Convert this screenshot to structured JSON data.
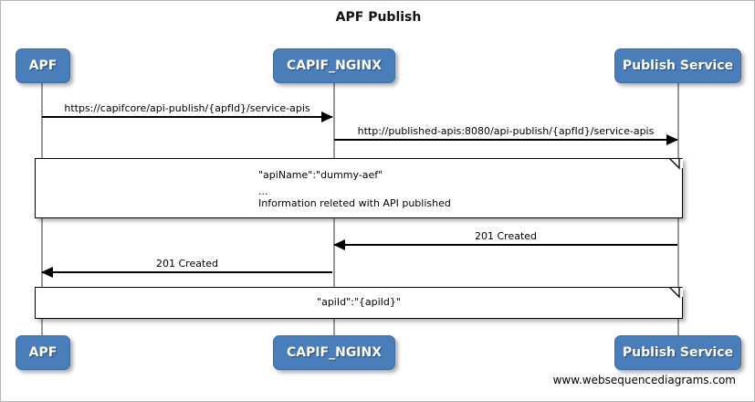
{
  "diagram": {
    "title": "APF Publish",
    "footer": "www.websequencediagrams.com",
    "accent_color": "#4a7ebb",
    "line_color": "#000000",
    "lifeline_color": "#9a9a9a"
  },
  "actors": [
    {
      "id": "apf",
      "label": "APF"
    },
    {
      "id": "capif_nginx",
      "label": "CAPIF_NGINX"
    },
    {
      "id": "publish_service",
      "label": "Publish Service"
    }
  ],
  "messages": [
    {
      "id": "m1",
      "label": "https://capifcore/api-publish/{apfId}/service-apis",
      "from": "APF",
      "to": "CAPIF_NGINX",
      "direction": "right"
    },
    {
      "id": "m2",
      "label": "http://published-apis:8080/api-publish/{apfId}/service-apis",
      "from": "CAPIF_NGINX",
      "to": "Publish Service",
      "direction": "right"
    },
    {
      "id": "m3",
      "label": "201 Created",
      "from": "Publish Service",
      "to": "CAPIF_NGINX",
      "direction": "left"
    },
    {
      "id": "m4",
      "label": "201 Created",
      "from": "CAPIF_NGINX",
      "to": "APF",
      "direction": "left"
    }
  ],
  "notes": [
    {
      "id": "note1",
      "align": "left",
      "lines": [
        "\"apiName\":\"dummy-aef\"",
        "...",
        "Information releted with API published"
      ]
    },
    {
      "id": "note2",
      "align": "center",
      "lines": [
        "\"apiId\":\"{apiId}\""
      ]
    }
  ]
}
